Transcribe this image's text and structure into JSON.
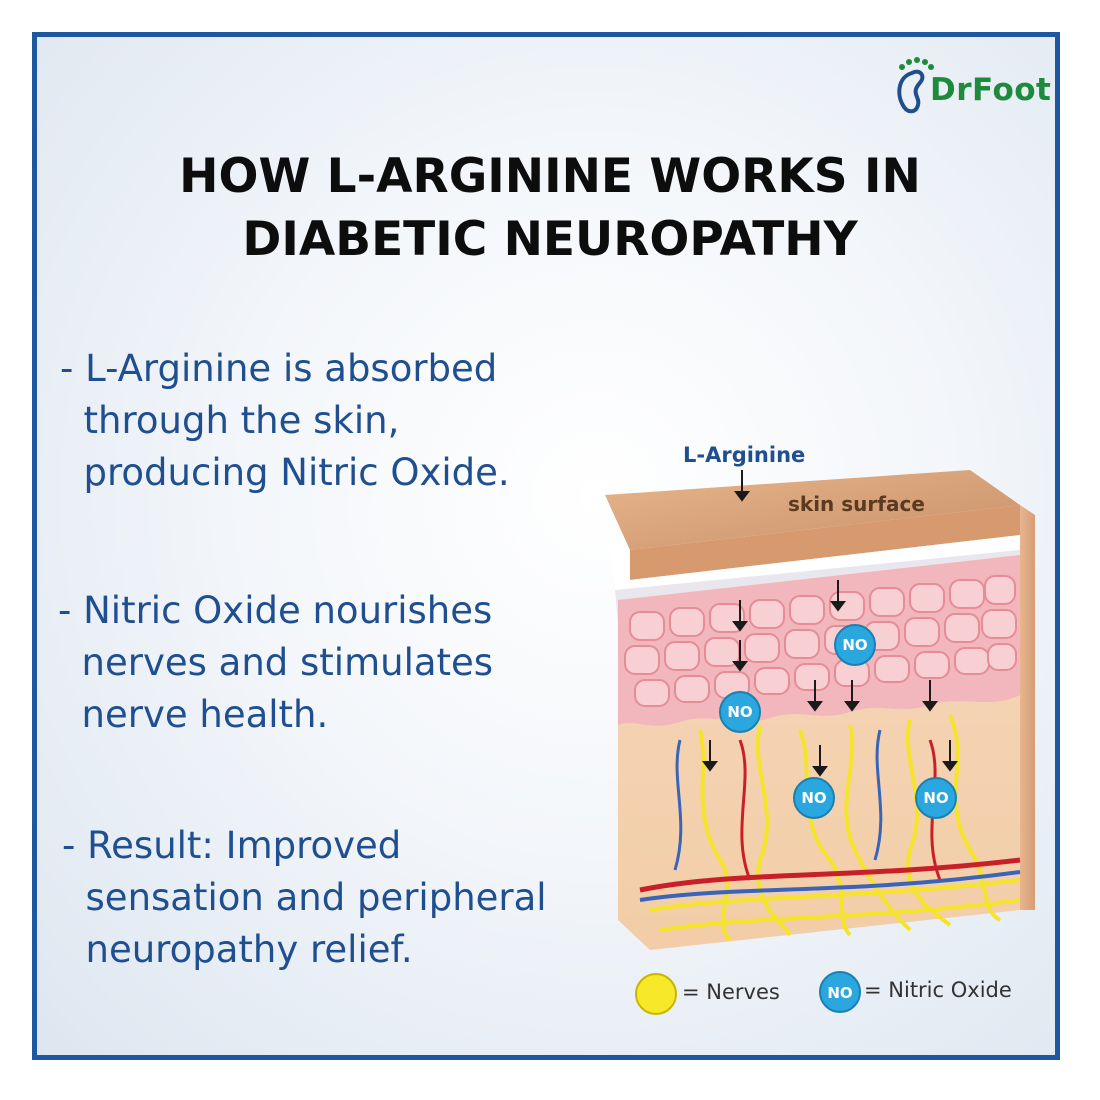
{
  "brand": {
    "logo_text": "DrFoot"
  },
  "title": {
    "line1": "HOW L-ARGININE WORKS IN",
    "line2": "DIABETIC NEUROPATHY"
  },
  "points": [
    {
      "text": "- L-Arginine is absorbed\n  through the skin,\n  producing Nitric Oxide."
    },
    {
      "text": "- Nitric Oxide nourishes\n  nerves and stimulates\n  nerve health."
    },
    {
      "text": "- Result: Improved\n  sensation and peripheral\n  neuropathy relief."
    }
  ],
  "illustration": {
    "label_top": "L-Arginine",
    "label_surface": "skin surface",
    "badge": "NO",
    "legend": {
      "nerves": "= Nerves",
      "no_badge": "NO",
      "nitric_oxide": "= Nitric Oxide"
    }
  },
  "colors": {
    "border": "#1f56a0",
    "title": "#0d0d0d",
    "text": "#1f4f8f",
    "logo": "#1d8a3c",
    "no_badge": "#2aa7df",
    "nerve": "#f2e21c"
  }
}
